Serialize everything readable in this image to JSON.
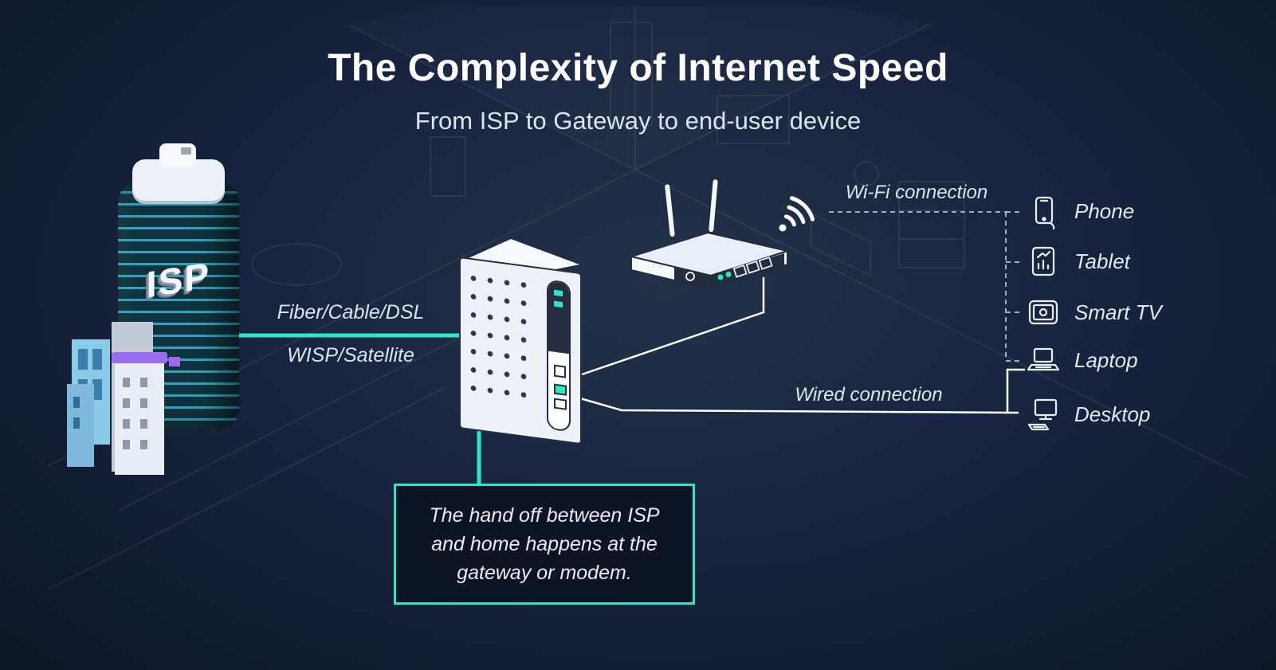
{
  "title": "The Complexity of Internet Speed",
  "subtitle": "From ISP to Gateway to end-user device",
  "isp": {
    "label": "ISP"
  },
  "connections": {
    "fiber": "Fiber/Cable/DSL",
    "wisp": "WISP/Satellite",
    "wifi": "Wi-Fi connection",
    "wired": "Wired connection"
  },
  "devices": [
    {
      "label": "Phone",
      "icon": "phone-icon",
      "connection": "wifi"
    },
    {
      "label": "Tablet",
      "icon": "tablet-icon",
      "connection": "wifi"
    },
    {
      "label": "Smart TV",
      "icon": "smart-tv-icon",
      "connection": "wifi"
    },
    {
      "label": "Laptop",
      "icon": "laptop-icon",
      "connection": "wifi"
    },
    {
      "label": "Desktop",
      "icon": "desktop-icon",
      "connection": "wired"
    }
  ],
  "callout": {
    "text": "The hand off between ISP and home happens at the gateway or modem."
  },
  "colors": {
    "accent": "#2EE6C3",
    "background": "#111A2B",
    "text": "#FFFFFF",
    "purple": "#9A6CF0",
    "blue": "#8CCBE8"
  }
}
